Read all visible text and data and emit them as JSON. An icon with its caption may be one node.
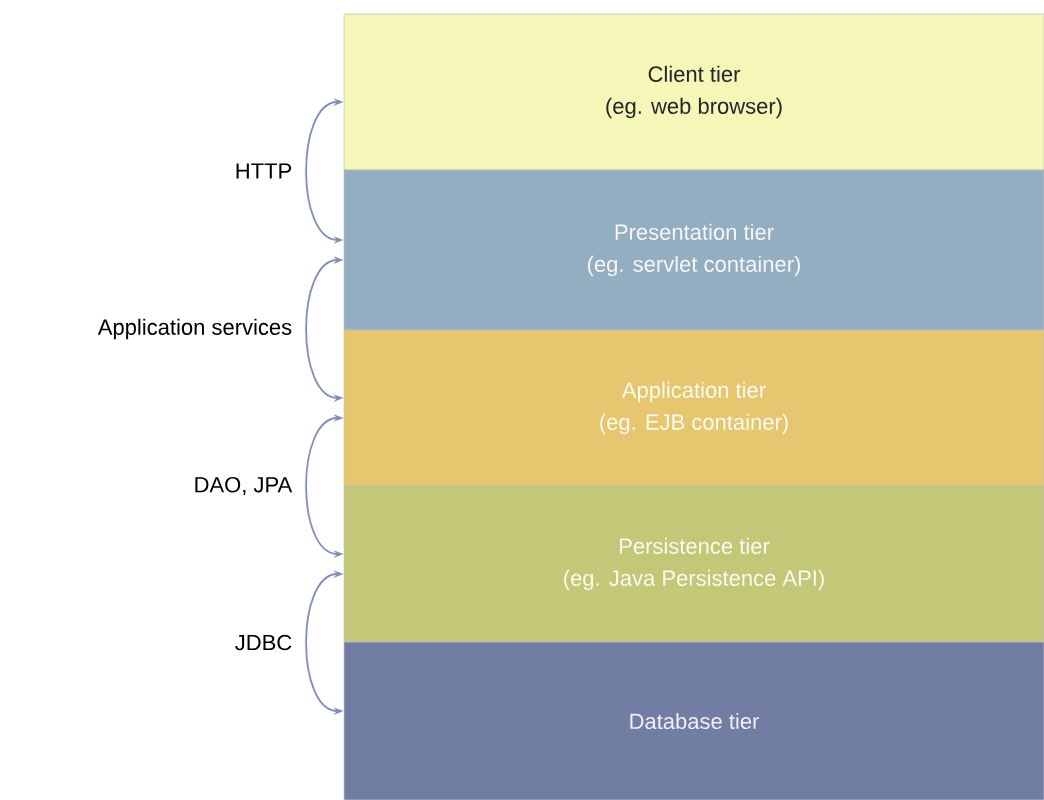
{
  "diagram": {
    "nodes": [
      {
        "text": [
          "Client tier",
          "(eg. web browser)"
        ]
      },
      {
        "text": [
          "Presentation tier",
          "(eg. servlet container)"
        ]
      },
      {
        "text": [
          "Application tier",
          "(eg. EJB container)"
        ]
      },
      {
        "text": [
          "Persistence tier",
          "(eg. Java Persistence API)"
        ]
      },
      {
        "text": [
          "Database tier"
        ]
      }
    ],
    "edges": [
      {
        "from": 0,
        "to": 1,
        "arrow": "both",
        "label": "HTTP"
      },
      {
        "from": 1,
        "to": 2,
        "arrow": "both",
        "label": "Application services"
      },
      {
        "from": 2,
        "to": 3,
        "arrow": "both",
        "label": "DAO, JPA"
      },
      {
        "from": 3,
        "to": 4,
        "arrow": "both",
        "label": "JDBC"
      }
    ]
  }
}
